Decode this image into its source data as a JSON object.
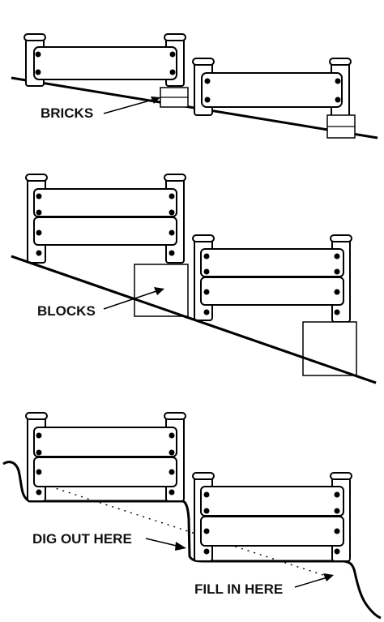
{
  "labels": {
    "bricks": "BRICKS",
    "blocks": "BLOCKS",
    "dig_out": "DIG OUT HERE",
    "fill_in": "FILL IN HERE"
  },
  "colors": {
    "ink": "#000000",
    "background": "#ffffff"
  }
}
